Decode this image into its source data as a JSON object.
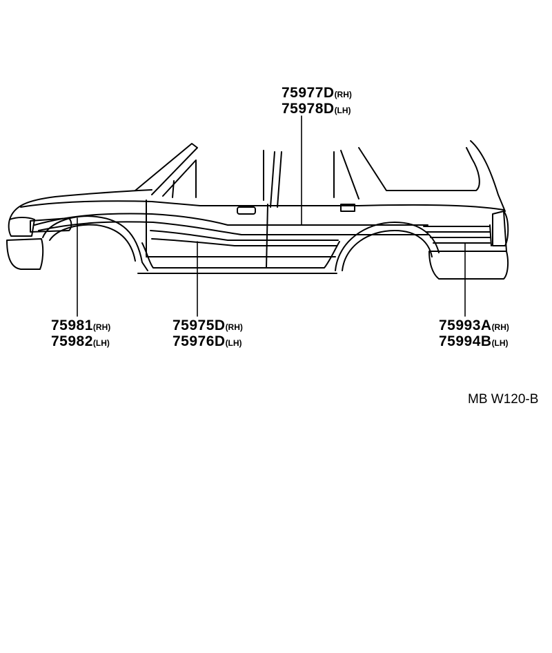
{
  "parts": {
    "roof_molding": {
      "rh": {
        "number": "75977D",
        "side": "(RH)"
      },
      "lh": {
        "number": "75978D",
        "side": "(LH)"
      }
    },
    "fender_molding": {
      "rh": {
        "number": "75981",
        "side": "(RH)"
      },
      "lh": {
        "number": "75982",
        "side": "(LH)"
      }
    },
    "door_molding": {
      "rh": {
        "number": "75975D",
        "side": "(RH)"
      },
      "lh": {
        "number": "75976D",
        "side": "(LH)"
      }
    },
    "quarter_molding": {
      "rh": {
        "number": "75993A",
        "side": "(RH)"
      },
      "lh": {
        "number": "75994B",
        "side": "(LH)"
      }
    }
  },
  "diagram_code": "MB W120-B"
}
